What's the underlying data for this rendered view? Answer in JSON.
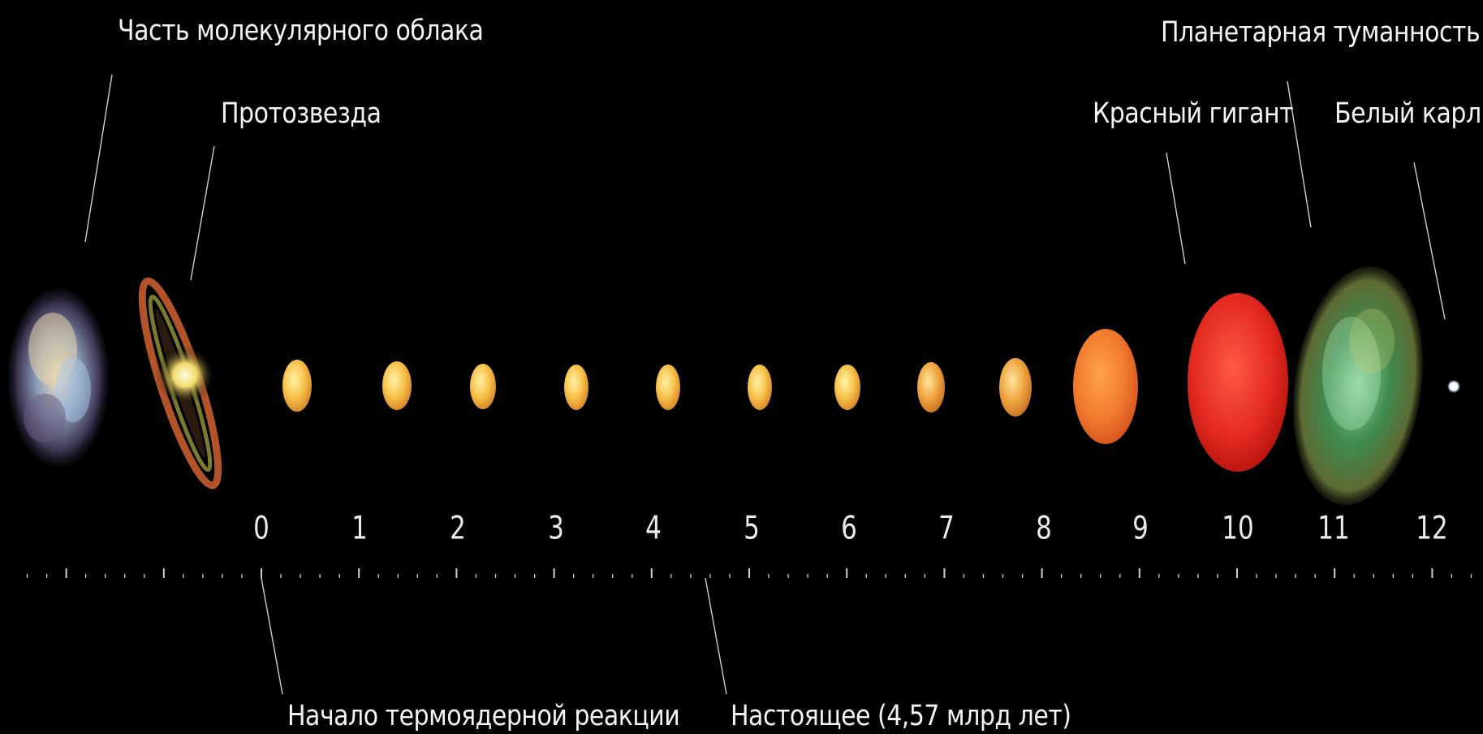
{
  "labels": {
    "molecular_cloud": "Часть молекулярного облака",
    "protostar": "Протозвезда",
    "planetary_nebula": "Планетарная туманность",
    "red_giant": "Красный гигант",
    "white_dwarf": "Белый карлик",
    "fusion_start": "Начало термоядерной реакции",
    "present": "Настоящее (4,57 млрд лет)"
  },
  "ticks": [
    "0",
    "1",
    "2",
    "3",
    "4",
    "5",
    "6",
    "7",
    "8",
    "9",
    "10",
    "11",
    "12"
  ],
  "colors": {
    "background": "#000000",
    "sun": "#f7c24a",
    "sun_late": "#f0a640",
    "subgiant": "#f07a2e",
    "red_giant": "#e42a20",
    "nebula": "#3f8a4e",
    "white_dwarf": "#ffffff"
  },
  "stages": [
    {
      "name": "molecular-cloud",
      "color": "#8a9cb8"
    },
    {
      "name": "protostar",
      "color": "#c9622f"
    },
    {
      "name": "sun",
      "color": "#f7c24a"
    },
    {
      "name": "sun",
      "color": "#f7c24a"
    },
    {
      "name": "sun",
      "color": "#f7c24a"
    },
    {
      "name": "sun",
      "color": "#f7c24a"
    },
    {
      "name": "sun",
      "color": "#f7c24a"
    },
    {
      "name": "sun",
      "color": "#f7c24a"
    },
    {
      "name": "sun",
      "color": "#f7c24a"
    },
    {
      "name": "sun",
      "color": "#f5b548"
    },
    {
      "name": "sun",
      "color": "#f0a640"
    },
    {
      "name": "subgiant",
      "color": "#f07a2e"
    },
    {
      "name": "red-giant",
      "color": "#e42a20"
    },
    {
      "name": "planetary-nebula",
      "color": "#3f8a4e"
    },
    {
      "name": "white-dwarf",
      "color": "#ffffff"
    }
  ]
}
